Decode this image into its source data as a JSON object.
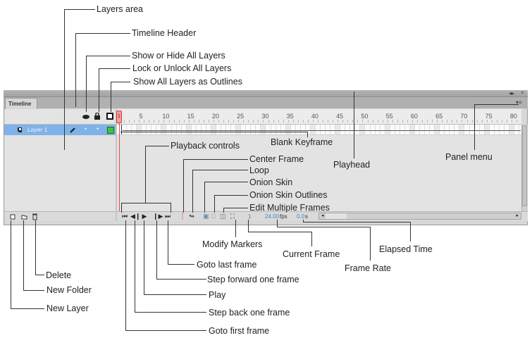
{
  "panel": {
    "tab_label": "Timeline",
    "panel_controls": {
      "collapse": "◂▸",
      "close": "×"
    },
    "panel_menu_icon": "▾≡",
    "header_icons": {
      "show_hide": "eye-icon",
      "lock": "lock-icon",
      "outline": "outline-square-icon"
    },
    "layer": {
      "name": "Layer 1",
      "edit_icon": "pencil-icon",
      "visible_dot": "•",
      "lock_dot": "•",
      "outline_color": "#3ec43e"
    },
    "ruler_labels": [
      "1",
      "5",
      "10",
      "15",
      "20",
      "25",
      "30",
      "35",
      "40",
      "45",
      "50",
      "55",
      "60",
      "65",
      "70",
      "75",
      "80"
    ],
    "playhead_frame": 1,
    "status": {
      "current_frame": "1",
      "frame_rate": "24.00",
      "frame_rate_unit": "fps",
      "elapsed_time": "0.0",
      "elapsed_unit": "s"
    },
    "bottom_left_buttons": [
      "new-layer",
      "new-folder",
      "delete"
    ],
    "playback_buttons": [
      "goto-first-frame",
      "step-back",
      "play",
      "step-forward",
      "goto-last-frame"
    ],
    "colors": {
      "layer_highlight": "#7fb2e8",
      "playhead": "#e84a4a",
      "status_blue": "#4a7fc0"
    }
  },
  "callouts": {
    "layers_area": "Layers area",
    "timeline_header": "Timeline Header",
    "show_hide_all": "Show or Hide All Layers",
    "lock_unlock_all": "Lock or Unlock All Layers",
    "show_outlines": "Show All Layers as Outlines",
    "blank_keyframe": "Blank Keyframe",
    "playhead": "Playhead",
    "panel_menu": "Panel menu",
    "playback_controls": "Playback controls",
    "center_frame": "Center Frame",
    "loop": "Loop",
    "onion_skin": "Onion Skin",
    "onion_skin_outlines": "Onion Skin Outlines",
    "edit_multiple_frames": "Edit Multiple Frames",
    "modify_markers": "Modify Markers",
    "current_frame": "Current Frame",
    "frame_rate": "Frame Rate",
    "elapsed_time": "Elapsed Time",
    "goto_last_frame": "Goto last frame",
    "step_forward": "Step forward one frame",
    "play": "Play",
    "step_back": "Step back one frame",
    "goto_first_frame": "Goto first frame",
    "delete": "Delete",
    "new_folder": "New Folder",
    "new_layer": "New Layer"
  }
}
